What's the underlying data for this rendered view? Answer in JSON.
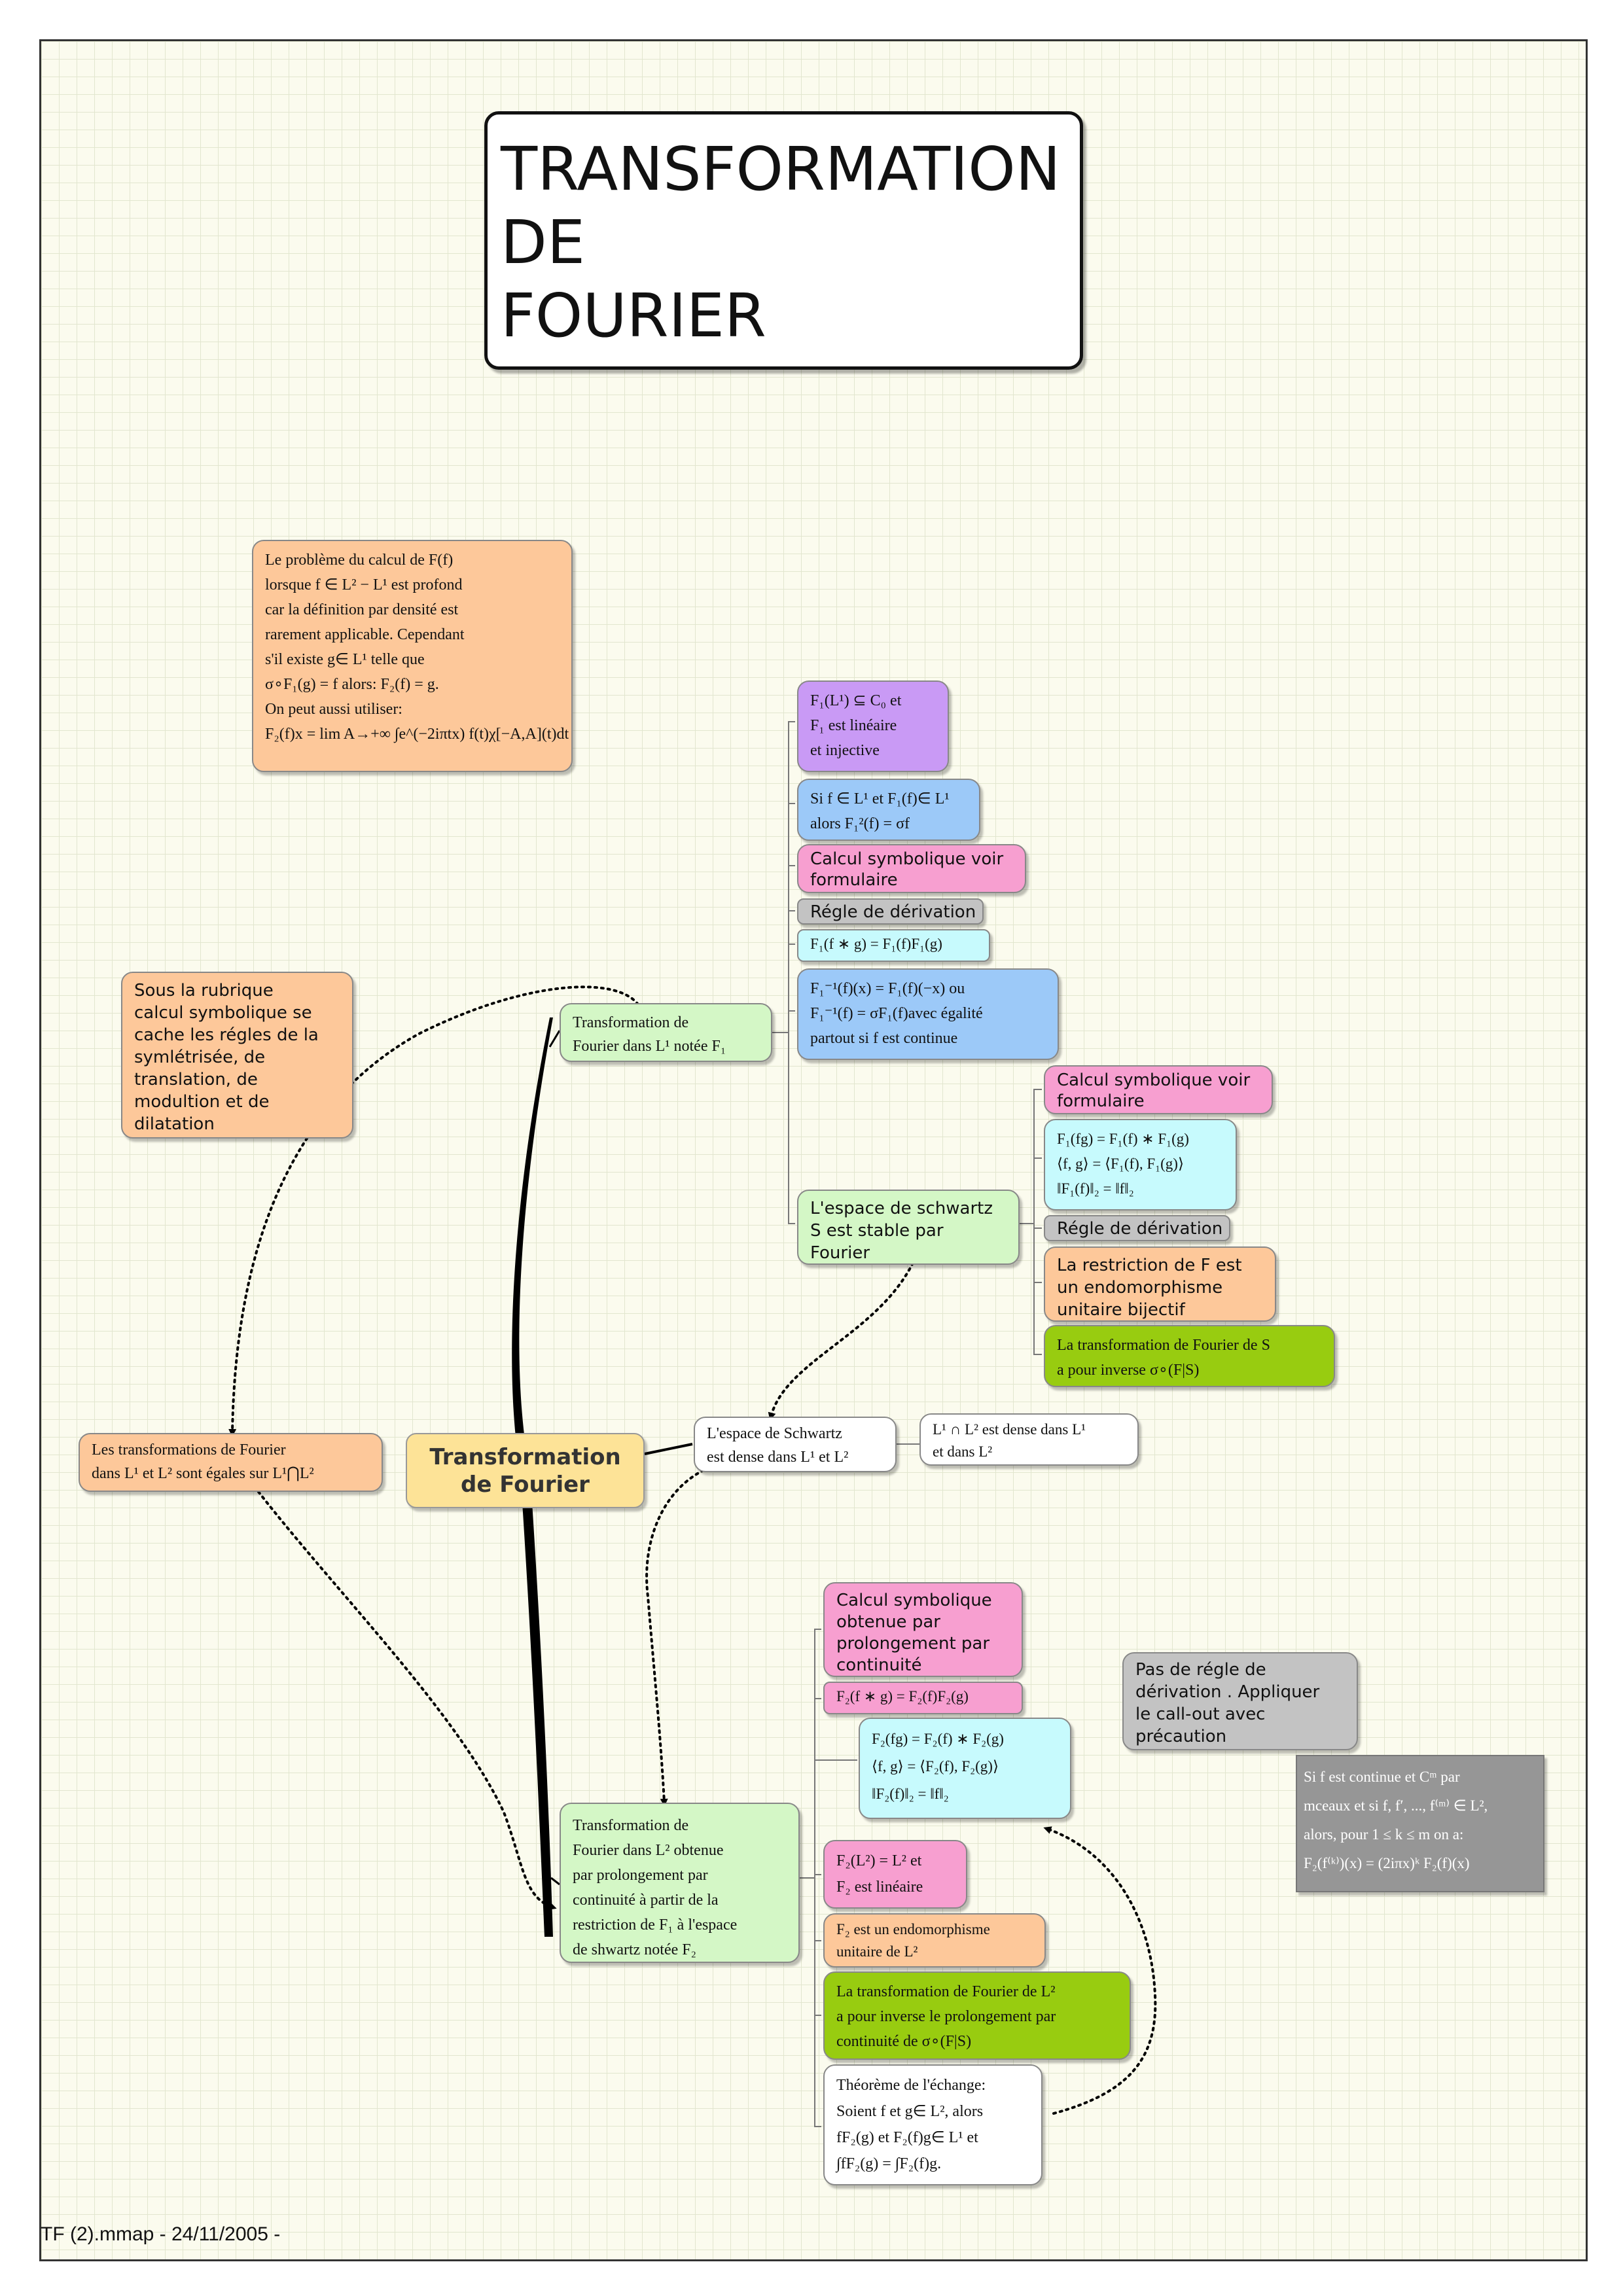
{
  "title": {
    "lines": [
      "TRANSFORMATION",
      "DE",
      "FOURIER"
    ]
  },
  "central": {
    "lines": [
      "Transformation",
      "de Fourier"
    ]
  },
  "footer": "TF (2).mmap - 24/11/2005 -",
  "nodes": {
    "probleme": [
      "Le problème du calcul de F(f)",
      " lorsque f ∈ L² − L¹ est profond",
      "car la définition par densité est",
      "rarement applicable. Cependant",
      "s'il existe g∈ L¹ telle que",
      "σ∘F₁(g) = f alors:  F₂(f) = g.",
      "On peut aussi utiliser:",
      "F₂(f)x = lim A→+∞ ∫e^(−2iπtx) f(t)χ[−A,A](t)dt"
    ],
    "rubrique": [
      "Sous la rubrique",
      "calcul symbolique se",
      "cache les régles de la",
      "symlétrisée, de",
      "translation, de",
      "modultion et de",
      "dilatation"
    ],
    "f1_def": [
      "Transformation de",
      "Fourier dans L¹ notée F₁"
    ],
    "f1_c0": [
      "F₁(L¹) ⊆ C₀  et",
      "F₁ est linéaire",
      "et injective"
    ],
    "f1_inverse": [
      "Si f ∈ L¹ et F₁(f)∈ L¹",
      "alors F₁²(f) = σf"
    ],
    "calc_symb_1": [
      "Calcul symbolique voir",
      "formulaire"
    ],
    "regle_deriv_1": [
      "Régle de dérivation"
    ],
    "f1_conv": [
      "F₁(f ∗ g) = F₁(f)F₁(g)"
    ],
    "f1_inv_formula": [
      "F₁⁻¹(f)(x) = F₁(f)(−x)  ou",
      "F₁⁻¹(f) = σF₁(f)avec égalité",
      "partout si f est continue"
    ],
    "schwartz_stable": [
      "L'espace de schwartz",
      "S est stable par",
      "Fourier"
    ],
    "calc_symb_2": [
      "Calcul symbolique voir",
      "formulaire"
    ],
    "s_formulas": [
      "F₁(fg) = F₁(f) ∗ F₁(g)",
      "⟨f, g⟩ = ⟨F₁(f), F₁(g)⟩",
      "‖F₁(f)‖₂ = ‖f‖₂"
    ],
    "regle_deriv_2": [
      "Régle de dérivation"
    ],
    "restriction": [
      "La restriction de F est",
      "un endomorphisme",
      "unitaire bijectif"
    ],
    "inverse_s": [
      "La transformation de Fourier de S",
      "a pour inverse σ∘(F|S)"
    ],
    "schwartz_dense": [
      "L'espace de Schwartz",
      "est dense dans L¹ et L²"
    ],
    "l1l2_dense": [
      "L¹ ∩ L²  est dense dans L¹",
      "et dans L²"
    ],
    "egales": [
      "Les transformations de Fourier",
      "dans L¹ et L² sont égales sur L¹⋂L²"
    ],
    "calc_symb_3": [
      "Calcul symbolique",
      "obtenue par",
      "prolongement par",
      "continuité"
    ],
    "f2_conv": [
      "F₂(f ∗ g) = F₂(f)F₂(g)"
    ],
    "f2_formulas": [
      "F₂(fg) = F₂(f) ∗ F₂(g)",
      "⟨f, g⟩ = ⟨F₂(f), F₂(g)⟩",
      "‖F₂(f)‖₂ = ‖f‖₂"
    ],
    "f2_def": [
      "Transformation de",
      "Fourier dans L² obtenue",
      "par prolongement par",
      "continuité à partir de la",
      "restriction de F₁ à l'espace",
      " de shwartz notée F₂"
    ],
    "f2_l2": [
      "F₂(L²) = L²  et",
      "F₂ est linéaire"
    ],
    "f2_endo": [
      "F₂ est un endomorphisme",
      "unitaire de L²"
    ],
    "f2_inverse": [
      "La transformation de Fourier de L²",
      "a pour inverse le prolongement par",
      "continuité de σ∘(F|S)"
    ],
    "echange": [
      "Théorème de l'échange:",
      "Soient f et g∈ L², alors",
      "fF₂(g) et F₂(f)g∈ L¹ et",
      "∫fF₂(g) = ∫F₂(f)g."
    ],
    "pas_regle": [
      "Pas de régle de",
      "dérivation . Appliquer",
      "le call-out avec",
      "précaution"
    ],
    "callout": [
      "Si f est continue et Cᵐ par",
      "mceaux et si  f, f′, ..., f⁽ᵐ⁾ ∈ L²,",
      " alors, pour 1 ≤ k ≤ m on a:",
      "F₂(f⁽ᵏ⁾)(x) = (2iπx)ᵏ F₂(f)(x)"
    ]
  }
}
